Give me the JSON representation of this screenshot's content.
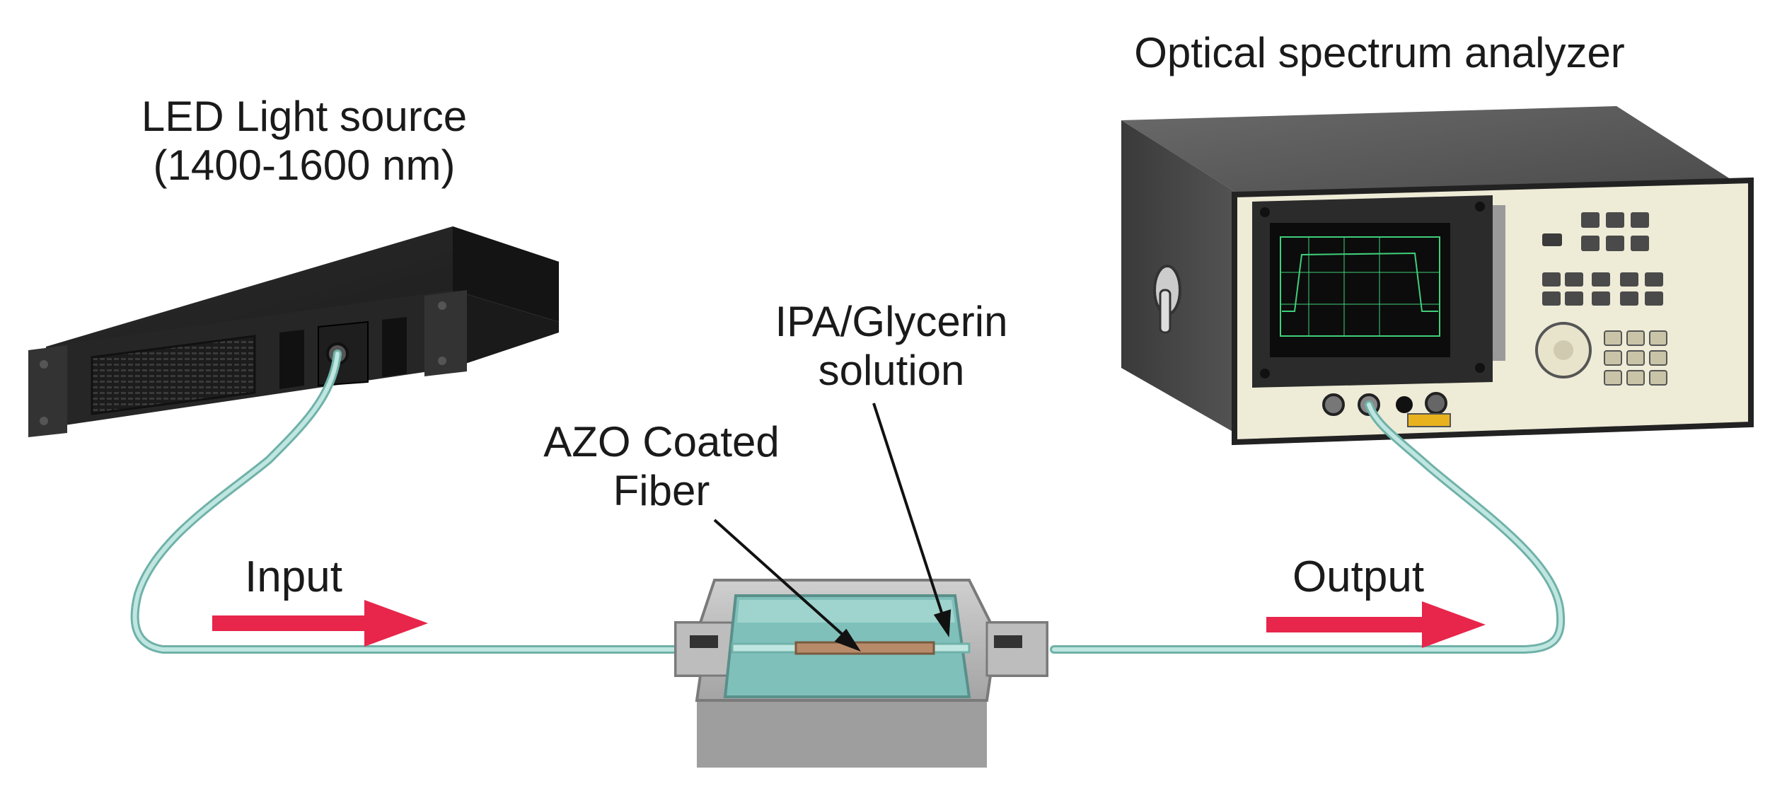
{
  "labels": {
    "led_title_line1": "LED Light source",
    "led_title_line2": "(1400-1600 nm)",
    "osa_title": "Optical spectrum analyzer",
    "ipa_line1": "IPA/Glycerin",
    "ipa_line2": "solution",
    "azo_line1": "AZO Coated",
    "azo_line2": "Fiber",
    "input": "Input",
    "output": "Output"
  },
  "colors": {
    "fiber": "#a9d8d2",
    "fiber_edge": "#6fb1a8",
    "arrow": "#e8254a",
    "device_dark": "#2b2b2b",
    "osa_panel": "#eeebd7",
    "solution": "#8cc9c4",
    "coated_fiber": "#b78b6a",
    "holder": "#b9b9b9"
  }
}
